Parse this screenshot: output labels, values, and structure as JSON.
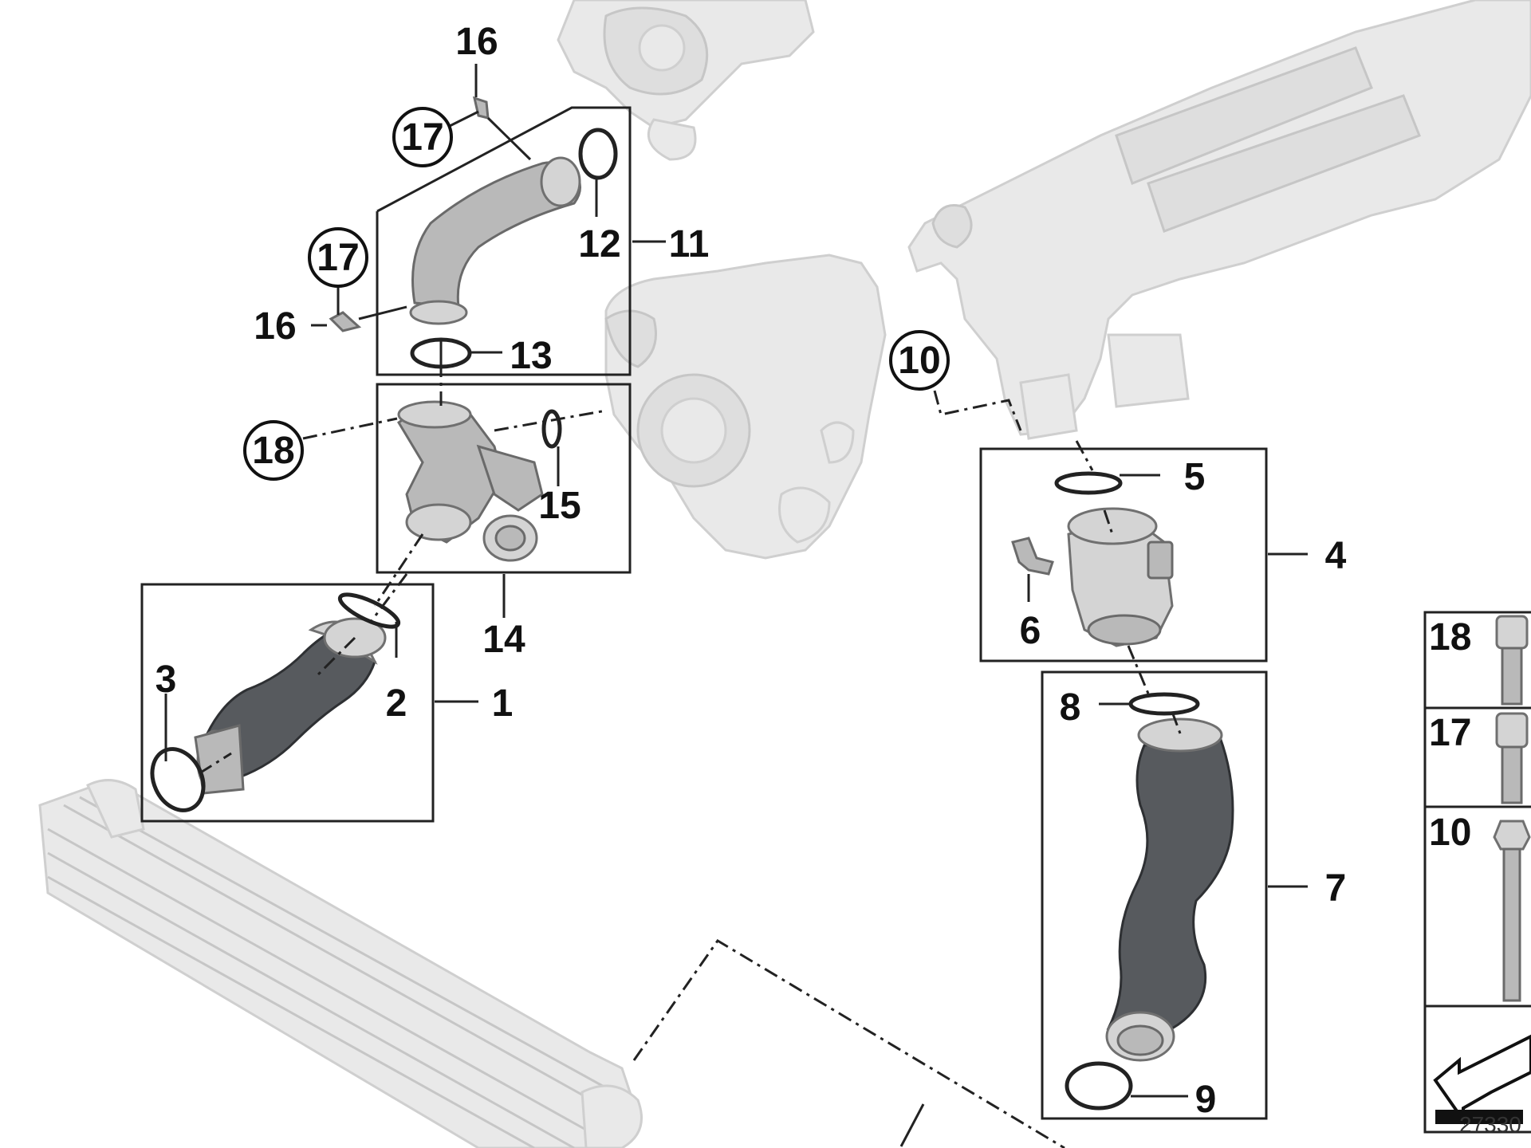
{
  "diagram": {
    "callouts": {
      "c1": "1",
      "c2": "2",
      "c3": "3",
      "c4": "4",
      "c5": "5",
      "c6": "6",
      "c7": "7",
      "c8": "8",
      "c9": "9",
      "c10": "10",
      "c11": "11",
      "c12": "12",
      "c13": "13",
      "c14": "14",
      "c15": "15",
      "c16a": "16",
      "c16b": "16",
      "c17a": "17",
      "c17b": "17",
      "c18": "18"
    },
    "legend": {
      "items": [
        "18",
        "17",
        "10"
      ]
    },
    "drawing_number": "27330"
  }
}
